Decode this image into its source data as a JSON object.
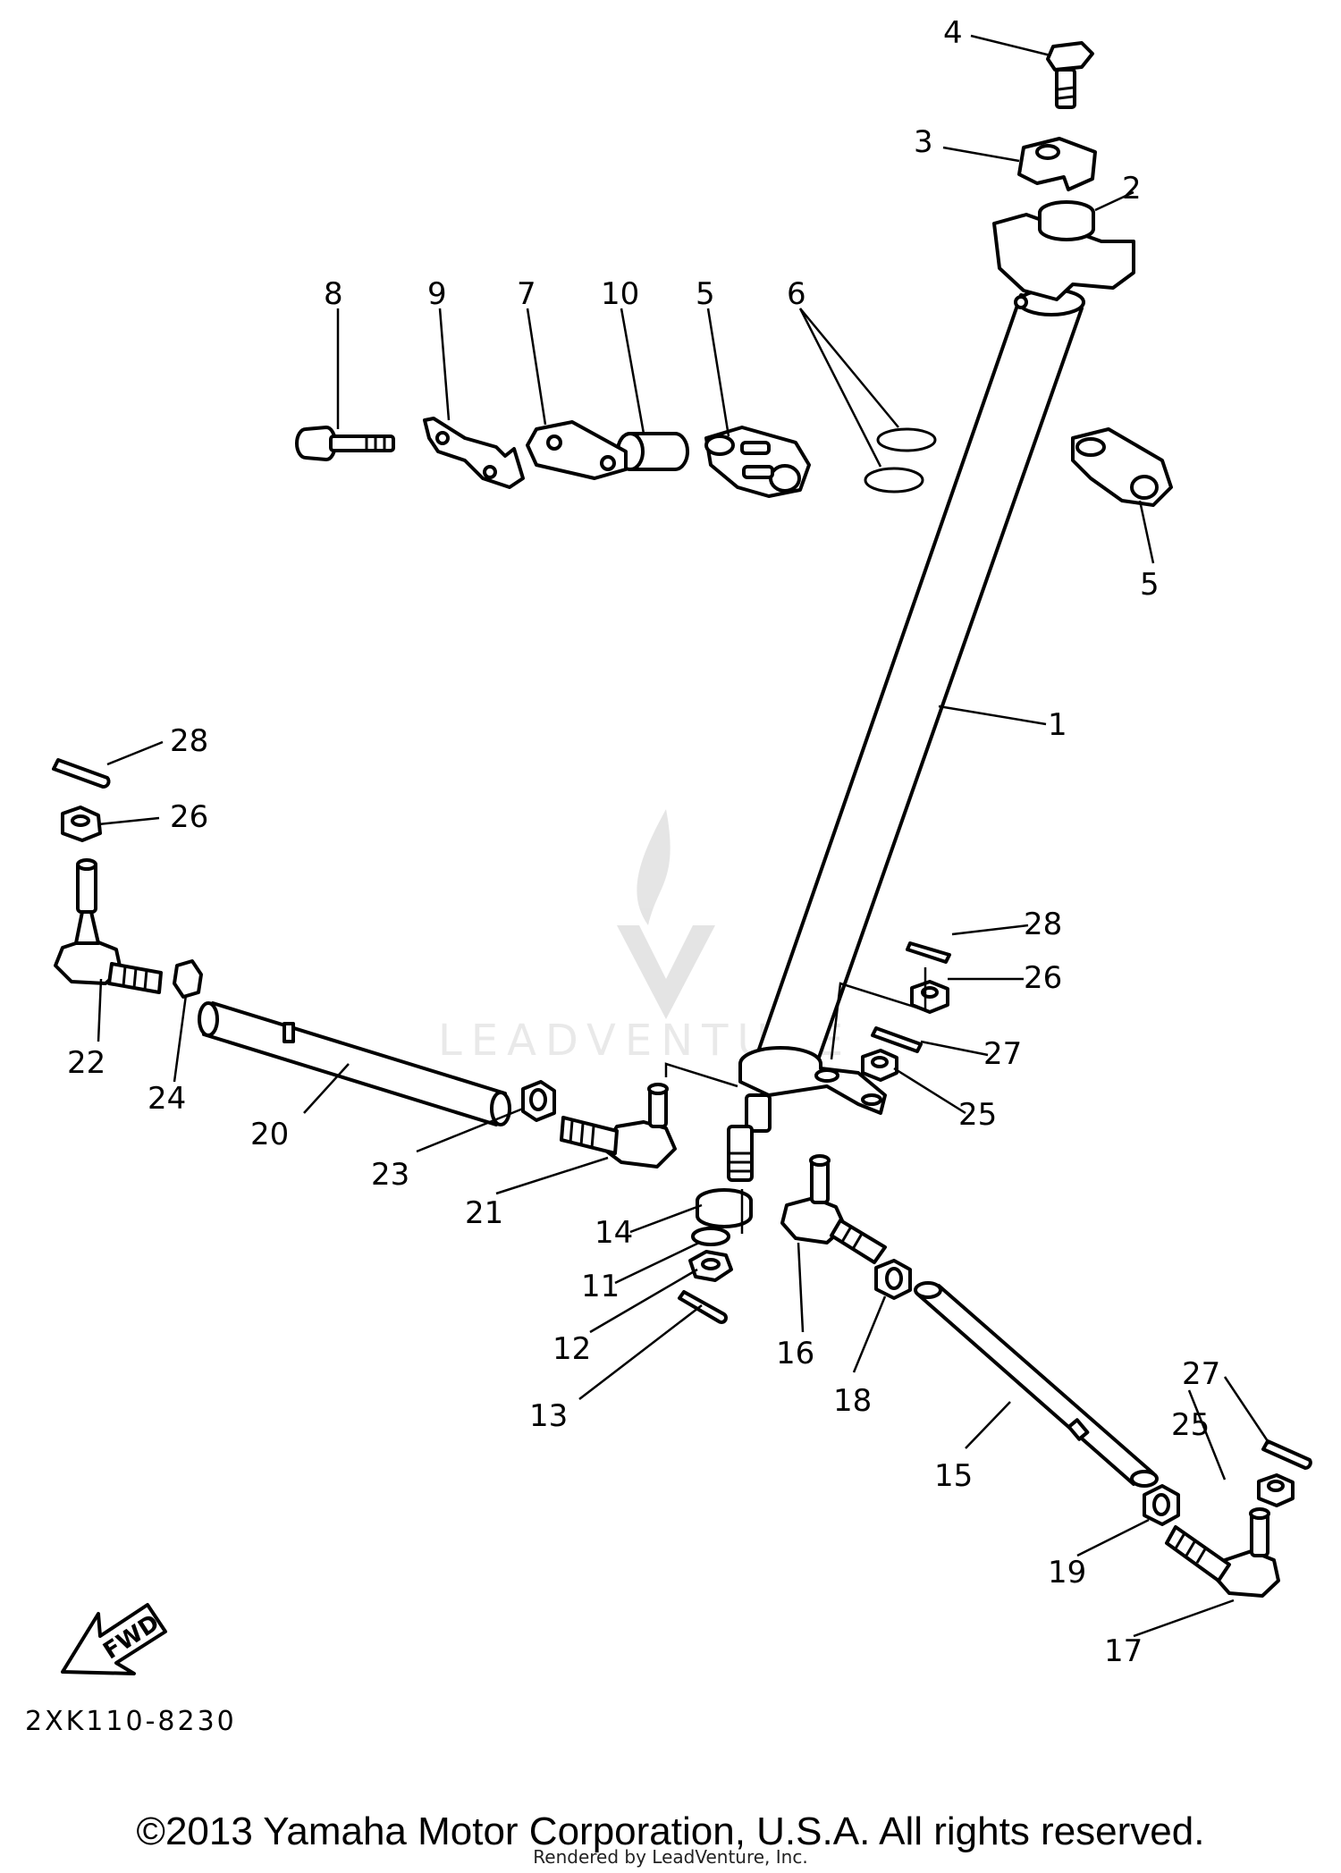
{
  "diagram_code": "2XK110-8230",
  "fwd_label": "FWD",
  "watermark": "LEADVENTURE",
  "copyright": "©2013 Yamaha Motor Corporation, U.S.A. All rights reserved.",
  "rendered_by": "Rendered by LeadVenture, Inc.",
  "callouts": {
    "c1": "1",
    "c2": "2",
    "c3": "3",
    "c4": "4",
    "c5a": "5",
    "c5b": "5",
    "c6": "6",
    "c7": "7",
    "c8": "8",
    "c9": "9",
    "c10": "10",
    "c11": "11",
    "c12": "12",
    "c13": "13",
    "c14": "14",
    "c15": "15",
    "c16": "16",
    "c17": "17",
    "c18": "18",
    "c19": "19",
    "c20": "20",
    "c21": "21",
    "c22": "22",
    "c23": "23",
    "c24": "24",
    "c25a": "25",
    "c25b": "25",
    "c26a": "26",
    "c26b": "26",
    "c27a": "27",
    "c27b": "27",
    "c28a": "28",
    "c28b": "28"
  }
}
